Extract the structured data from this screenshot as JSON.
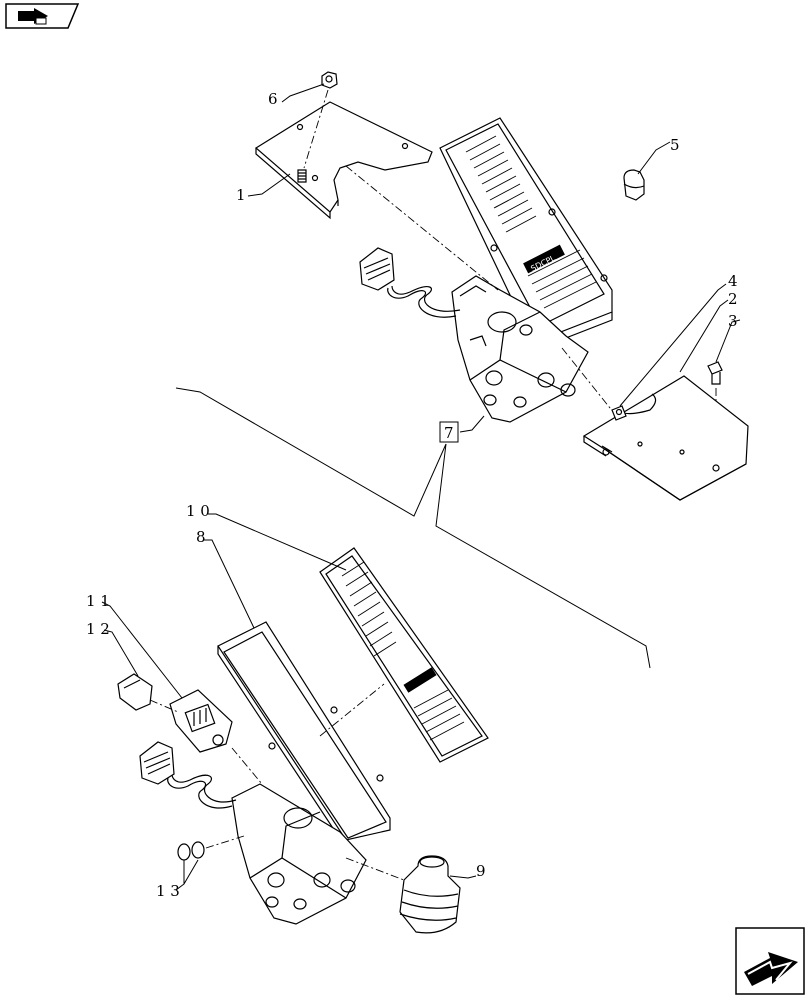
{
  "nav": {
    "prev_icon": "page-back-arrow-icon",
    "next_icon": "page-forward-arrow-icon"
  },
  "callouts": {
    "c1": "1",
    "c2": "2",
    "c3": "3",
    "c4": "4",
    "c5": "5",
    "c6": "6",
    "c7": "7",
    "c8": "8",
    "c9": "9",
    "c10": "1 0",
    "c11": "1 1",
    "c12": "1 2",
    "c13": "1 3"
  },
  "pedal_logo": "SDCPL"
}
